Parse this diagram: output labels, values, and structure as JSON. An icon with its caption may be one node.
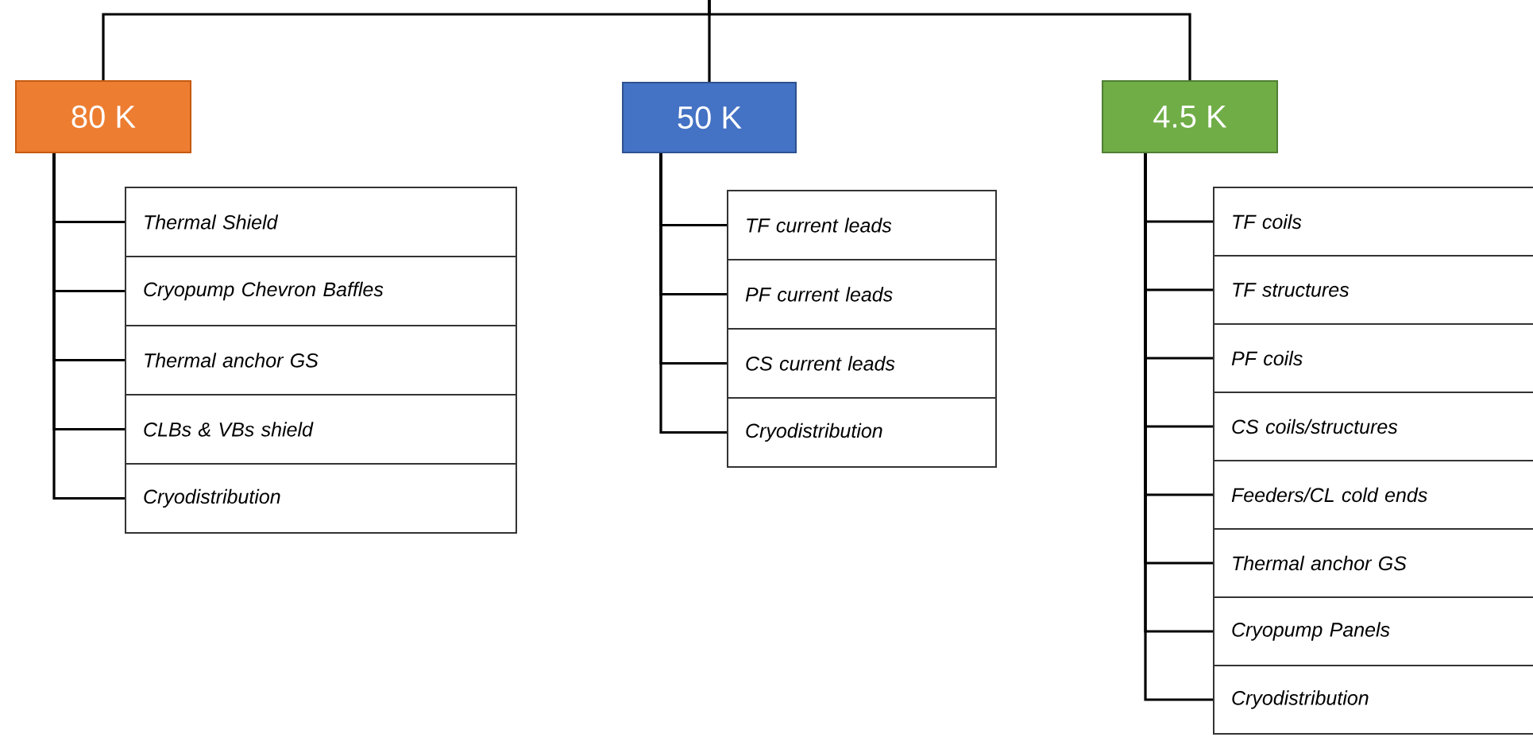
{
  "diagram": {
    "nodes": [
      {
        "text": [
          "80 K"
        ]
      },
      {
        "text": [
          "50 K"
        ]
      },
      {
        "text": [
          "4.5 K"
        ]
      },
      {
        "text": [
          "Thermal Shield"
        ]
      },
      {
        "text": [
          "Cryopump Chevron Baffles"
        ]
      },
      {
        "text": [
          "Thermal anchor GS"
        ]
      },
      {
        "text": [
          "CLBs & VBs shield"
        ]
      },
      {
        "text": [
          "Cryodistribution"
        ]
      },
      {
        "text": [
          "TF current leads"
        ]
      },
      {
        "text": [
          "PF current leads"
        ]
      },
      {
        "text": [
          "CS current leads"
        ]
      },
      {
        "text": [
          "Cryodistribution"
        ]
      },
      {
        "text": [
          "TF coils"
        ]
      },
      {
        "text": [
          "TF structures"
        ]
      },
      {
        "text": [
          "PF coils"
        ]
      },
      {
        "text": [
          "CS coils/structures"
        ]
      },
      {
        "text": [
          "Feeders/CL cold ends"
        ]
      },
      {
        "text": [
          "Thermal anchor GS"
        ]
      },
      {
        "text": [
          "Cryopump Panels"
        ]
      },
      {
        "text": [
          "Cryodistribution"
        ]
      }
    ],
    "edges": [
      {
        "from": null,
        "to": 0,
        "arrow": "none"
      },
      {
        "from": null,
        "to": 1,
        "arrow": "none"
      },
      {
        "from": null,
        "to": 2,
        "arrow": "none"
      },
      {
        "from": 0,
        "to": 3,
        "arrow": "none"
      },
      {
        "from": 0,
        "to": 4,
        "arrow": "none"
      },
      {
        "from": 0,
        "to": 5,
        "arrow": "none"
      },
      {
        "from": 0,
        "to": 6,
        "arrow": "none"
      },
      {
        "from": 0,
        "to": 7,
        "arrow": "none"
      },
      {
        "from": 1,
        "to": 8,
        "arrow": "none"
      },
      {
        "from": 1,
        "to": 9,
        "arrow": "none"
      },
      {
        "from": 1,
        "to": 10,
        "arrow": "none"
      },
      {
        "from": 1,
        "to": 11,
        "arrow": "none"
      },
      {
        "from": 2,
        "to": 12,
        "arrow": "none"
      },
      {
        "from": 2,
        "to": 13,
        "arrow": "none"
      },
      {
        "from": 2,
        "to": 14,
        "arrow": "none"
      },
      {
        "from": 2,
        "to": 15,
        "arrow": "none"
      },
      {
        "from": 2,
        "to": 16,
        "arrow": "none"
      },
      {
        "from": 2,
        "to": 17,
        "arrow": "none"
      },
      {
        "from": 2,
        "to": 18,
        "arrow": "none"
      },
      {
        "from": 2,
        "to": 19,
        "arrow": "none"
      }
    ]
  }
}
